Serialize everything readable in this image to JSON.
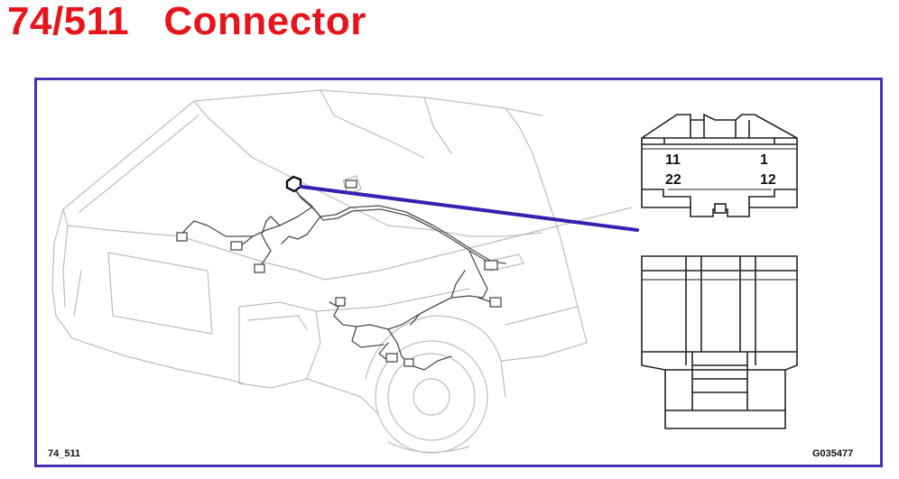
{
  "title": "74/511   Connector",
  "connector_face": {
    "pin_top_left": "11",
    "pin_top_right": "1",
    "pin_bottom_left": "22",
    "pin_bottom_right": "12"
  },
  "codes": {
    "diagram_ref": "74_511",
    "figure_id": "G035477"
  },
  "colors": {
    "title": "#e8141c",
    "frame": "#4a2fb5",
    "pointer_line": "#3a1fb0",
    "line_art": "#b8b8b8",
    "harness": "#555555"
  }
}
